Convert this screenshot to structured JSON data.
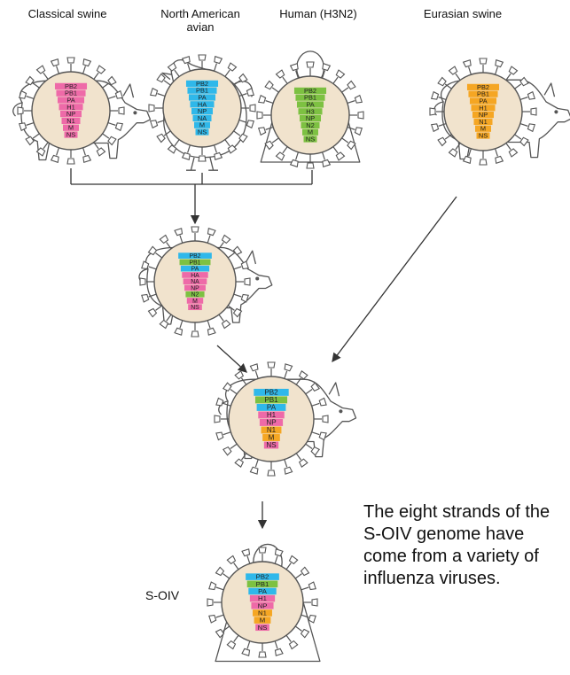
{
  "sources": [
    {
      "label": "Classical swine",
      "host": "pig",
      "color": "#ee6aa8",
      "segments": [
        "PB2",
        "PB1",
        "PA",
        "H1",
        "NP",
        "N1",
        "M",
        "NS"
      ]
    },
    {
      "label": "North American\navian",
      "host": "bird",
      "color": "#2fb8ea",
      "segments": [
        "PB2",
        "PB1",
        "PA",
        "HA",
        "NP",
        "NA",
        "M",
        "NS"
      ]
    },
    {
      "label": "Human (H3N2)",
      "host": "human",
      "color": "#7dc142",
      "segments": [
        "PB2",
        "PB1",
        "PA",
        "H3",
        "NP",
        "N2",
        "M",
        "NS"
      ]
    },
    {
      "label": "Eurasian swine",
      "host": "pig",
      "color": "#f5a623",
      "segments": [
        "PB2",
        "PB1",
        "PA",
        "H1",
        "NP",
        "N1",
        "M",
        "NS"
      ]
    }
  ],
  "intermediate": {
    "host": "pig",
    "segments": [
      {
        "name": "PB2",
        "color": "#2fb8ea"
      },
      {
        "name": "PB1",
        "color": "#7dc142"
      },
      {
        "name": "PA",
        "color": "#2fb8ea"
      },
      {
        "name": "HA",
        "color": "#ee6aa8"
      },
      {
        "name": "NA",
        "color": "#ee6aa8"
      },
      {
        "name": "NP",
        "color": "#ee6aa8"
      },
      {
        "name": "N2",
        "color": "#7dc142"
      },
      {
        "name": "M",
        "color": "#ee6aa8"
      },
      {
        "name": "NS",
        "color": "#ee6aa8"
      }
    ]
  },
  "reassortant": {
    "host": "pig",
    "segments": [
      {
        "name": "PB2",
        "color": "#2fb8ea"
      },
      {
        "name": "PB1",
        "color": "#7dc142"
      },
      {
        "name": "PA",
        "color": "#2fb8ea"
      },
      {
        "name": "H1",
        "color": "#ee6aa8"
      },
      {
        "name": "NP",
        "color": "#ee6aa8"
      },
      {
        "name": "N1",
        "color": "#f5a623"
      },
      {
        "name": "M",
        "color": "#f5a623"
      },
      {
        "name": "NS",
        "color": "#ee6aa8"
      }
    ]
  },
  "result": {
    "label": "S-OIV",
    "host": "human",
    "segments": [
      {
        "name": "PB2",
        "color": "#2fb8ea"
      },
      {
        "name": "PB1",
        "color": "#7dc142"
      },
      {
        "name": "PA",
        "color": "#2fb8ea"
      },
      {
        "name": "H1",
        "color": "#ee6aa8"
      },
      {
        "name": "NP",
        "color": "#ee6aa8"
      },
      {
        "name": "N1",
        "color": "#f5a623"
      },
      {
        "name": "M",
        "color": "#f5a623"
      },
      {
        "name": "NS",
        "color": "#ee6aa8"
      }
    ]
  },
  "note": "The eight strands of the S-OIV genome have come from a variety of influenza viruses.",
  "colors": {
    "capsid": "#f1e3cd",
    "outline": "#555555",
    "line": "#333333"
  }
}
